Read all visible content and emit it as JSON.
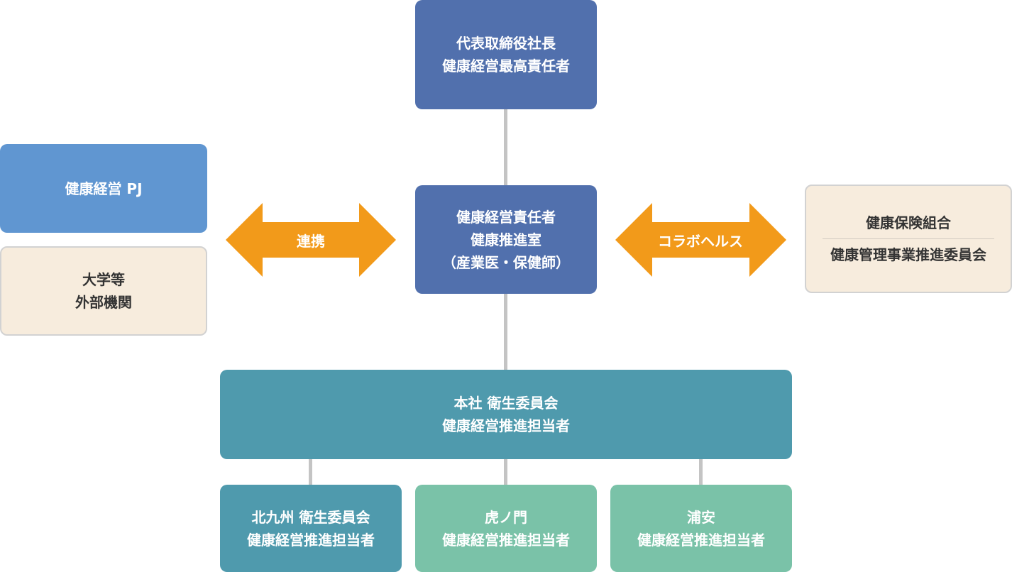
{
  "top": {
    "line1": "代表取締役社長",
    "line2": "健康経営最高責任者"
  },
  "center": {
    "line1": "健康経営責任者",
    "line2": "健康推進室",
    "line3": "（産業医・保健師）"
  },
  "left": {
    "pj": "健康経営 PJ",
    "external": {
      "line1": "大学等",
      "line2": "外部機関"
    }
  },
  "right": {
    "line1": "健康保険組合",
    "line2": "健康管理事業推進委員会"
  },
  "arrows": {
    "left_label": "連携",
    "right_label": "コラボヘルス",
    "color": "#f29a1a"
  },
  "headquarters": {
    "line1": "本社 衛生委員会",
    "line2": "健康経営推進担当者"
  },
  "branches": [
    {
      "line1": "北九州 衛生委員会",
      "line2": "健康経営推進担当者"
    },
    {
      "line1": "虎ノ門",
      "line2": "健康経営推進担当者"
    },
    {
      "line1": "浦安",
      "line2": "健康経営推進担当者"
    }
  ],
  "colors": {
    "dark_blue": "#5170ad",
    "blue": "#6096d1",
    "teal": "#4f9aad",
    "mint": "#7ac2a8",
    "cream": "#f7ecdd",
    "connector": "#c4c4c4"
  }
}
